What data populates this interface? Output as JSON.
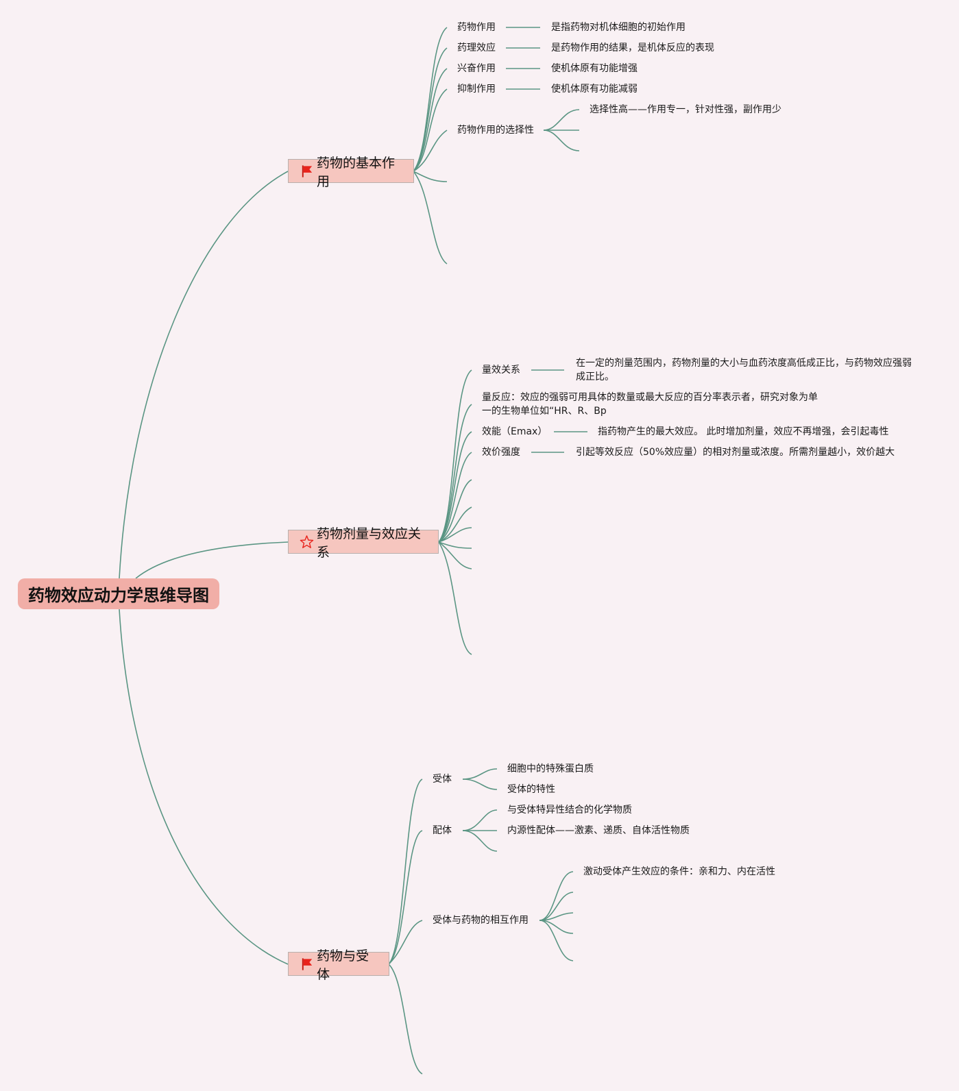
{
  "colors": {
    "line": "#5a9583",
    "root_fill": "#f1aea7",
    "topic_fill": "#f6c6bf",
    "background": "#f9f1f4",
    "flag": "#e8231c"
  },
  "root": {
    "label": "药物效应动力学思维导图"
  },
  "topics": [
    {
      "label": "药物的基本作用",
      "icon": "flag-icon",
      "items": [
        {
          "label": "药物作用",
          "desc": "是指药物对机体细胞的初始作用"
        },
        {
          "label": "药理效应",
          "desc": "是药物作用的结果，是机体反应的表现"
        },
        {
          "label": "兴奋作用",
          "desc": "使机体原有功能增强"
        },
        {
          "label": "抑制作用",
          "desc": "使机体原有功能减弱"
        },
        {
          "label": "药物作用的选择性",
          "children": [
            "选择性高——作用专一，针对性强，副作用少"
          ]
        }
      ]
    },
    {
      "label": "药物剂量与效应关系",
      "icon": "star-icon",
      "items": [
        {
          "label": "量效关系",
          "desc": "在一定的剂量范围内，药物剂量的大小与血药浓度高低成正比，与药物效应强弱成正比。"
        },
        {
          "label": "量反应：效应的强弱可用具体的数量或最大反应的百分率表示者，研究对象为单一的生物单位如“HR、R、Bp"
        },
        {
          "label": "效能（Emax）",
          "desc": "指药物产生的最大效应。 此时增加剂量，效应不再增强，会引起毒性"
        },
        {
          "label": "效价强度",
          "desc": "引起等效反应（50%效应量）的相对剂量或浓度。所需剂量越小，效价越大"
        }
      ]
    },
    {
      "label": "药物与受体",
      "icon": "flag-icon",
      "items": [
        {
          "label": "受体",
          "children": [
            "细胞中的特殊蛋白质",
            "受体的特性"
          ]
        },
        {
          "label": "配体",
          "children": [
            "与受体特异性结合的化学物质",
            "内源性配体——激素、递质、自体活性物质"
          ]
        },
        {
          "label": "受体与药物的相互作用",
          "children": [
            "激动受体产生效应的条件：亲和力、内在活性"
          ]
        }
      ]
    }
  ]
}
